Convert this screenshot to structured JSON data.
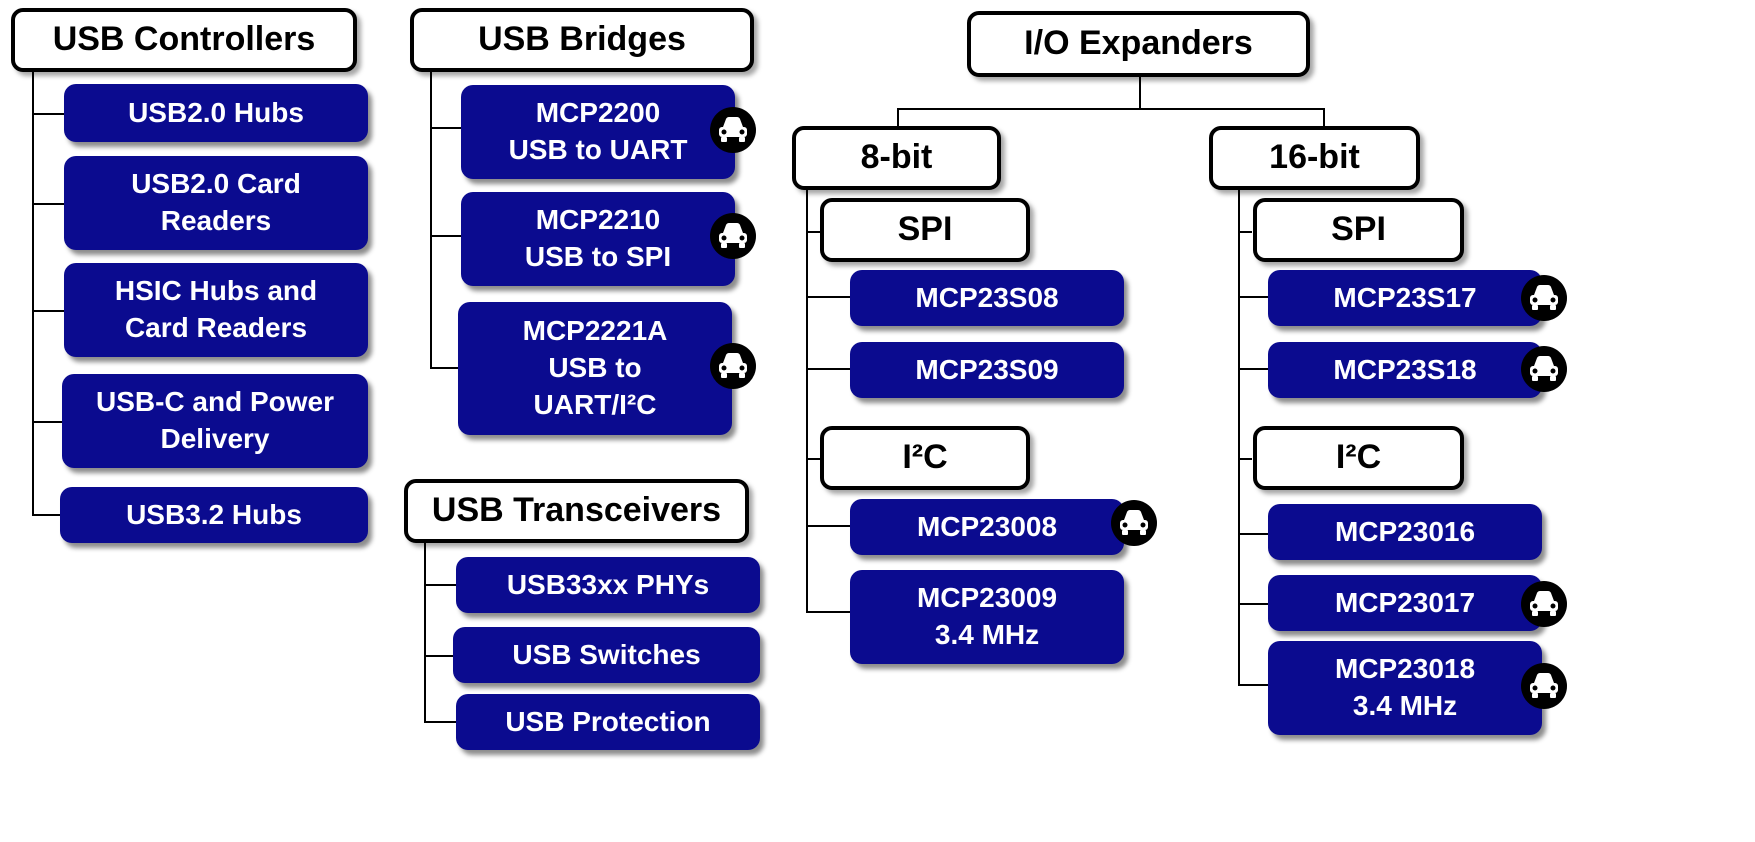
{
  "groups": {
    "usb_controllers": {
      "title": "USB Controllers",
      "items": [
        "USB2.0 Hubs",
        "USB2.0 Card\nReaders",
        "HSIC Hubs and\nCard Readers",
        "USB-C and Power\nDelivery",
        "USB3.2 Hubs"
      ]
    },
    "usb_bridges": {
      "title": "USB Bridges",
      "items": [
        "MCP2200\nUSB to UART",
        "MCP2210\nUSB to SPI",
        "MCP2221A\nUSB to\nUART/I²C"
      ]
    },
    "usb_transceivers": {
      "title": "USB Transceivers",
      "items": [
        "USB33xx PHYs",
        "USB Switches",
        "USB Protection"
      ]
    },
    "io_expanders": {
      "title": "I/O Expanders",
      "bit8": {
        "title": "8-bit",
        "spi": {
          "title": "SPI",
          "items": [
            "MCP23S08",
            "MCP23S09"
          ]
        },
        "i2c": {
          "title": "I²C",
          "items": [
            "MCP23008",
            "MCP23009\n3.4 MHz"
          ]
        }
      },
      "bit16": {
        "title": "16-bit",
        "spi": {
          "title": "SPI",
          "items": [
            "MCP23S17",
            "MCP23S18"
          ]
        },
        "i2c": {
          "title": "I²C",
          "items": [
            "MCP23016",
            "MCP23017",
            "MCP23018\n3.4 MHz"
          ]
        }
      }
    }
  },
  "icons": {
    "automotive": "car-icon"
  },
  "colors": {
    "item_fill": "#0b0b8f",
    "item_text": "#ffffff",
    "header_border": "#000000"
  }
}
